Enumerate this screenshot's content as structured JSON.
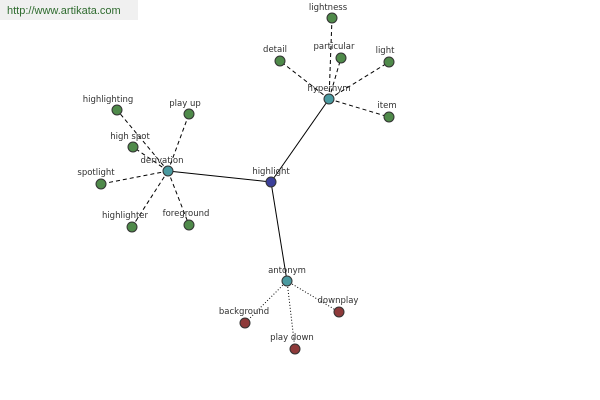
{
  "banner": {
    "url": "http://www.artikata.com"
  },
  "colors": {
    "center": "#3b3f9a",
    "relation": "#4a9aa0",
    "word": "#4f8a4a",
    "antonym_word": "#8e3a3a"
  },
  "graph": {
    "center": {
      "id": "highlight",
      "label": "highlight"
    },
    "relations": [
      {
        "id": "hypernym",
        "label": "hypernym"
      },
      {
        "id": "derivation",
        "label": "derivation"
      },
      {
        "id": "antonym",
        "label": "antonym"
      }
    ],
    "words": [
      {
        "id": "lightness",
        "label": "lightness",
        "relation": "hypernym"
      },
      {
        "id": "detail",
        "label": "detail",
        "relation": "hypernym"
      },
      {
        "id": "particular",
        "label": "particular",
        "relation": "hypernym"
      },
      {
        "id": "light",
        "label": "light",
        "relation": "hypernym"
      },
      {
        "id": "item",
        "label": "item",
        "relation": "hypernym"
      },
      {
        "id": "highlighting",
        "label": "highlighting",
        "relation": "derivation"
      },
      {
        "id": "play-up",
        "label": "play up",
        "relation": "derivation"
      },
      {
        "id": "high-spot",
        "label": "high spot",
        "relation": "derivation"
      },
      {
        "id": "spotlight",
        "label": "spotlight",
        "relation": "derivation"
      },
      {
        "id": "highlighter",
        "label": "highlighter",
        "relation": "derivation"
      },
      {
        "id": "foreground",
        "label": "foreground",
        "relation": "derivation"
      },
      {
        "id": "background",
        "label": "background",
        "relation": "antonym"
      },
      {
        "id": "downplay",
        "label": "downplay",
        "relation": "antonym"
      },
      {
        "id": "play-down",
        "label": "play down",
        "relation": "antonym"
      }
    ]
  }
}
